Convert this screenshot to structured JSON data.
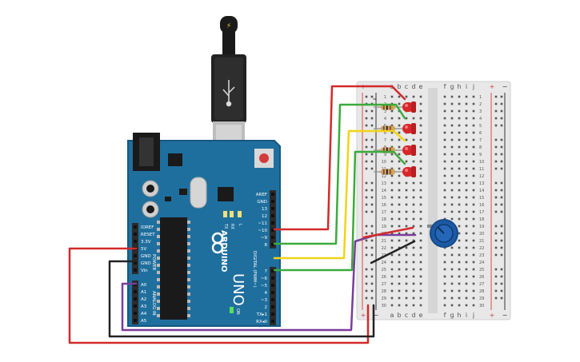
{
  "arduino": {
    "model": "UNO",
    "brand": "ARDUINO",
    "power_header_label": "POWER",
    "analog_header_label": "ANALOG IN",
    "digital_header_label": "DIGITAL (PWM~)",
    "power_pins": [
      "IOREF",
      "RESET",
      "3.3V",
      "5V",
      "GND",
      "GND",
      "Vin"
    ],
    "analog_pins": [
      "A0",
      "A1",
      "A2",
      "A3",
      "A4",
      "A5"
    ],
    "digital_pins_top": [
      "AREF",
      "GND",
      "13",
      "12",
      "~11",
      "~10",
      "~9",
      "8"
    ],
    "digital_pins_bottom": [
      "7",
      "~6",
      "~5",
      "4",
      "~3",
      "2",
      "TX▸1",
      "RX◂0"
    ],
    "tx_label": "TX",
    "rx_label": "RX",
    "l_label": "L",
    "on_label": "ON",
    "colors": {
      "board": "#1f6f9e",
      "board_edge": "#15587f",
      "header": "#2b2b2b"
    }
  },
  "breadboard": {
    "rail_plus": "+",
    "rail_minus": "−",
    "columns_left": [
      "a",
      "b",
      "c",
      "d",
      "e"
    ],
    "columns_right": [
      "f",
      "g",
      "h",
      "i",
      "j"
    ],
    "row_count": 30,
    "colors": {
      "body": "#e8e8e8",
      "plus_line": "#e04848",
      "minus_line": "#333333"
    }
  },
  "components": {
    "led_count": 4,
    "led_color": "#d8262a",
    "resistor_color": "#c9a06a",
    "potentiometer_color": "#1d5aa6"
  },
  "wire_colors": {
    "red": "#d42a2a",
    "green": "#3bab3b",
    "yellow": "#f2d316",
    "black": "#222222",
    "purple": "#7a3d9a"
  }
}
